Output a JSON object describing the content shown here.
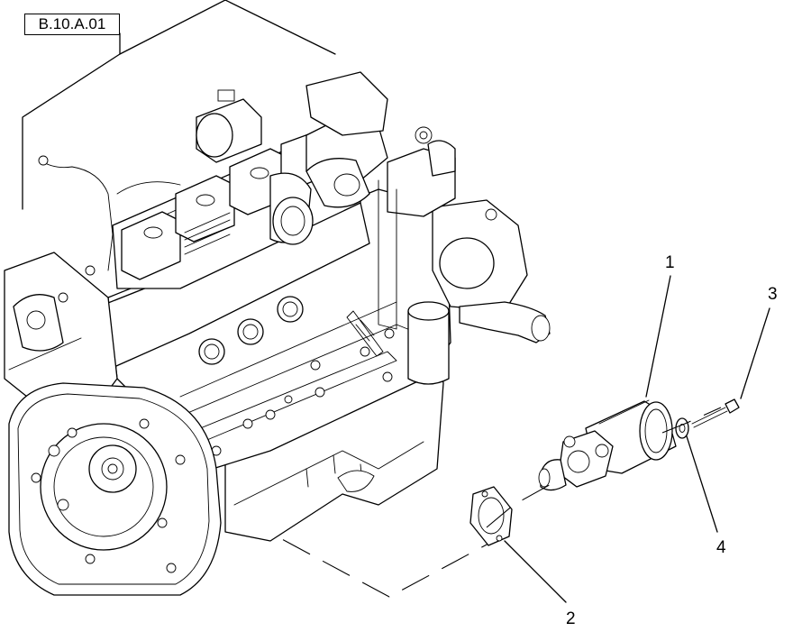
{
  "diagram": {
    "reference_label": "B.10.A.01",
    "callouts": [
      {
        "id": "1",
        "label": "1"
      },
      {
        "id": "2",
        "label": "2"
      },
      {
        "id": "3",
        "label": "3"
      },
      {
        "id": "4",
        "label": "4"
      }
    ]
  }
}
